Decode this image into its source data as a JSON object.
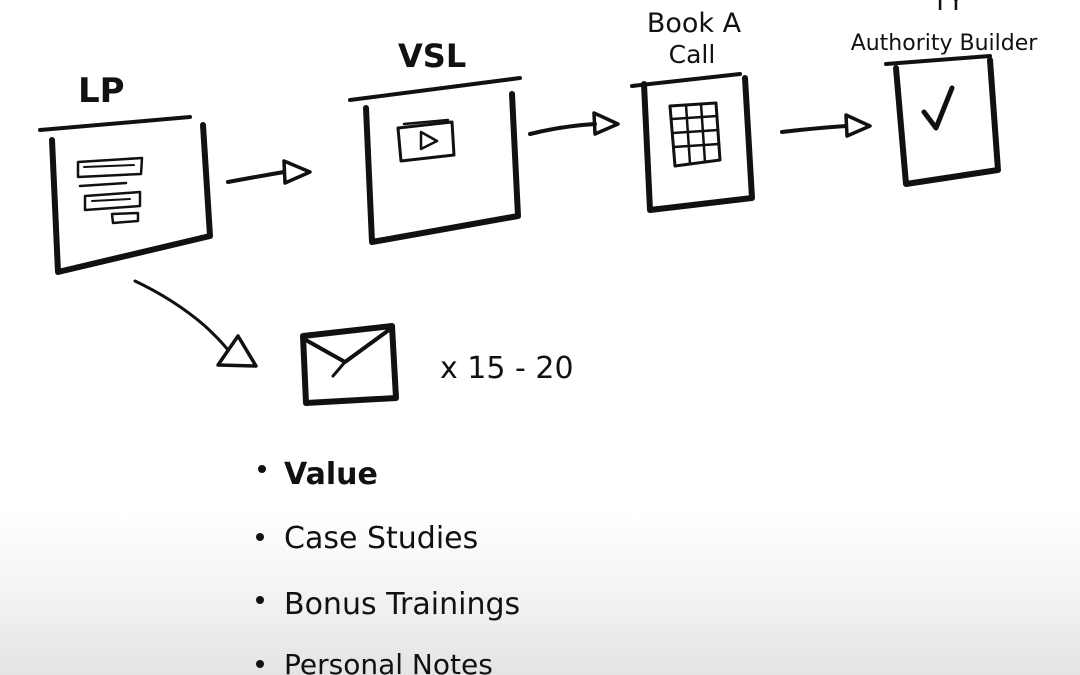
{
  "diagram": {
    "steps": [
      {
        "label": "LP"
      },
      {
        "label": "VSL"
      },
      {
        "label_line1": "Book A",
        "label_line2": "Call"
      },
      {
        "label_line1": "TY",
        "label_line2": "Authority Builder"
      }
    ],
    "email": {
      "multiplier": "x 15 - 20"
    },
    "bullets": [
      "Value",
      "Case Studies",
      "Bonus Trainings",
      "Personal Notes"
    ],
    "colors": {
      "ink": "#111111",
      "background": "#ffffff"
    }
  }
}
